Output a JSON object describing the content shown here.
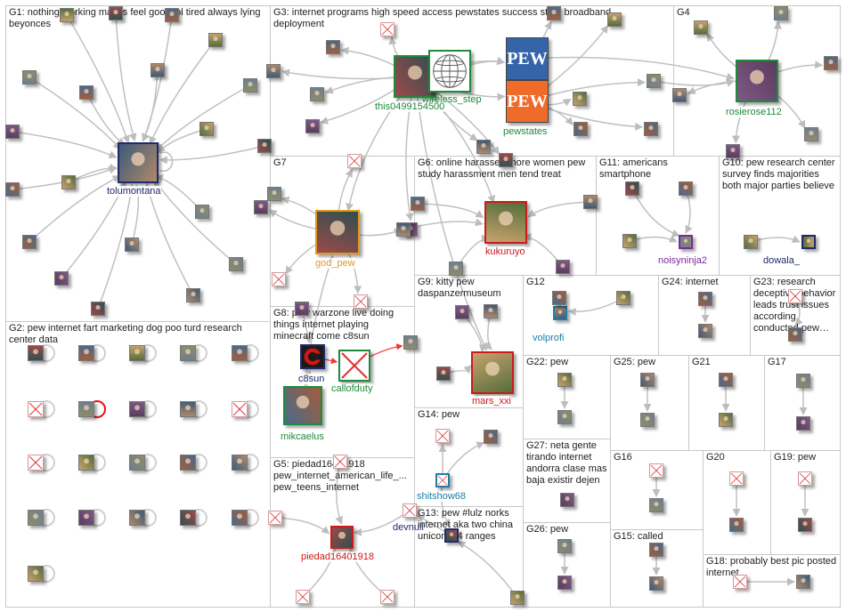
{
  "groups": {
    "G1": "G1: nothing working makes feel good lol tired always lying beyonces",
    "G2": "G2: pew internet fart marketing dog poo turd research center data",
    "G3": "G3: internet programs high speed access pewstates success state broadband deployment",
    "G4": "G4",
    "G5": "G5: piedad16401918 pew_internet_american_life_... pew_teens_internet",
    "G6": "G6: online harassed more women pew study harassment men tend treat",
    "G7": "G7",
    "G8": "G8: pew warzone live doing things internet playing minecraft come c8sun",
    "G9": "G9: kitty pew daspanzermuseum",
    "G10": "G10: pew research center survey finds majorities both major parties believe",
    "G11": "G11: americans smartphone",
    "G12": "G12",
    "G13": "G13: pew #lulz norks internet aka two china unicom 24 ranges",
    "G14": "G14: pew",
    "G15": "G15: called",
    "G16": "G16",
    "G17": "G17",
    "G18": "G18: probably best pic posted internet",
    "G19": "G19: pew",
    "G20": "G20",
    "G21": "G21",
    "G22": "G22: pew",
    "G23": "G23: research deceptive behavior leads trust issues according conducted pew…",
    "G24": "G24: internet",
    "G25": "G25: pew",
    "G26": "G26: pew",
    "G27": "G27: neta gente tirando internet andorra clase mas baja existir dejen"
  },
  "nodes": {
    "tolumontana": "tolumontana",
    "this0499154500": "this0499154500",
    "wireless_step": "wireless_step",
    "pewstates": "pewstates",
    "pew_text": "PEW",
    "rosierose112": "rosierose112",
    "god_pew": "god_pew",
    "kukuruyo": "kukuruyo",
    "noisyninja2": "noisyninja2",
    "dowala": "dowala_",
    "c8sun": "c8sun",
    "callofduty": "callofduty",
    "mikcaelus": "mikcaelus",
    "mars_xxi": "mars_xxi",
    "volprofi": "volprofi",
    "shitshow68": "shitshow68",
    "devnull": "devnull",
    "piedad16401918": "piedad16401918"
  },
  "colors": {
    "edge": "#c0c0c0",
    "edge_red": "#ee3333",
    "box_border": "#c8c8c8",
    "label_navy": "#1f2a6b",
    "label_green": "#1e8a3a",
    "label_orange": "#e09a1a",
    "label_purple": "#7a2aa0",
    "label_red": "#cc1a1a",
    "label_teal": "#1d7fa8",
    "pew_blue": "#3565a8",
    "pew_orange": "#ef6b2a"
  }
}
